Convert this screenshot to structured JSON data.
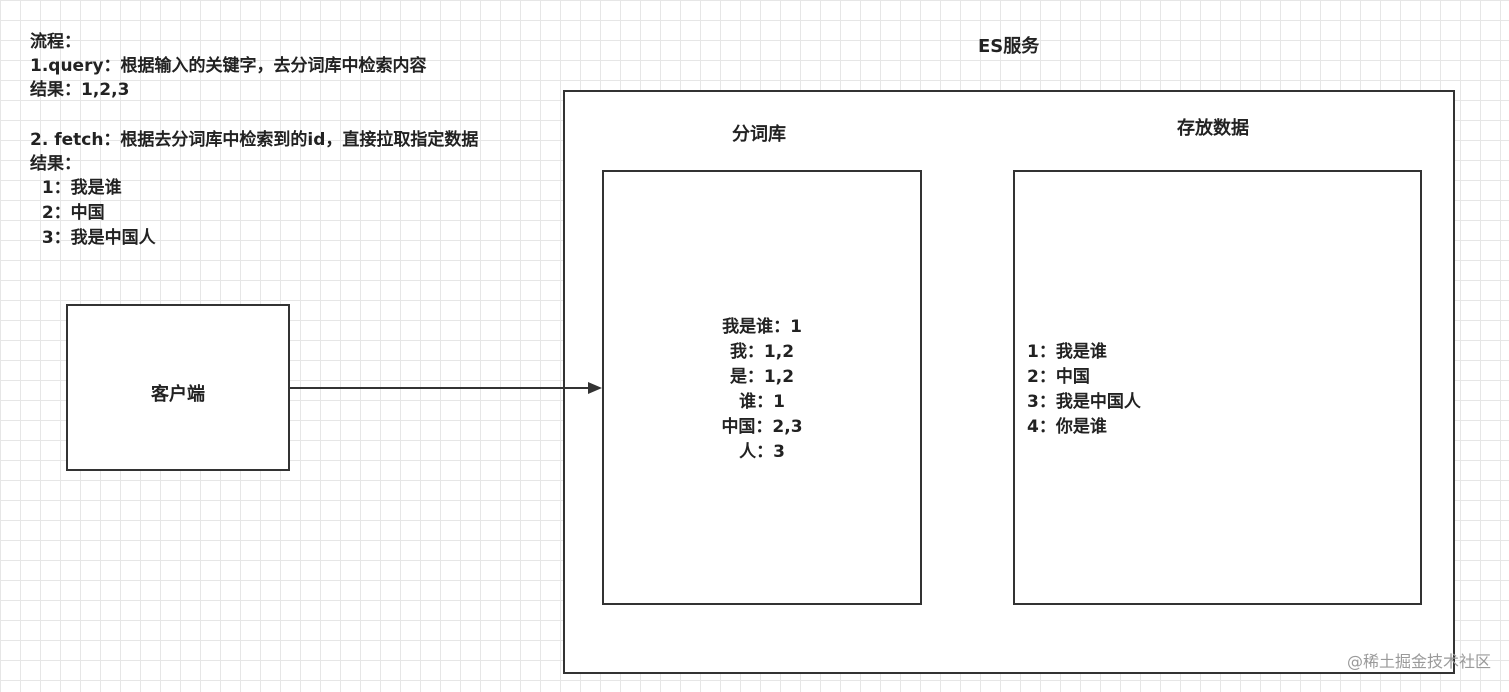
{
  "notes": {
    "title": "流程：",
    "step1": "1.query：根据输入的关键字，去分词库中检索内容",
    "step1_result": "结果：1,2,3",
    "step2": "2. fetch：根据去分词库中检索到的id，直接拉取指定数据",
    "step2_result_label": "结果：",
    "step2_results": [
      "  1：我是谁",
      "  2：中国",
      "  3：我是中国人"
    ]
  },
  "client": {
    "label": "客户端"
  },
  "es_service": {
    "title": "ES服务",
    "tokenizer": {
      "title": "分词库",
      "entries": [
        "我是谁：1",
        "我：1,2",
        "是：1,2",
        "谁：1",
        "中国：2,3",
        "人：3"
      ]
    },
    "storage": {
      "title": "存放数据",
      "entries": [
        "1：我是谁",
        "2：中国",
        "3：我是中国人",
        "4：你是谁"
      ]
    }
  },
  "watermark": "@稀土掘金技术社区"
}
